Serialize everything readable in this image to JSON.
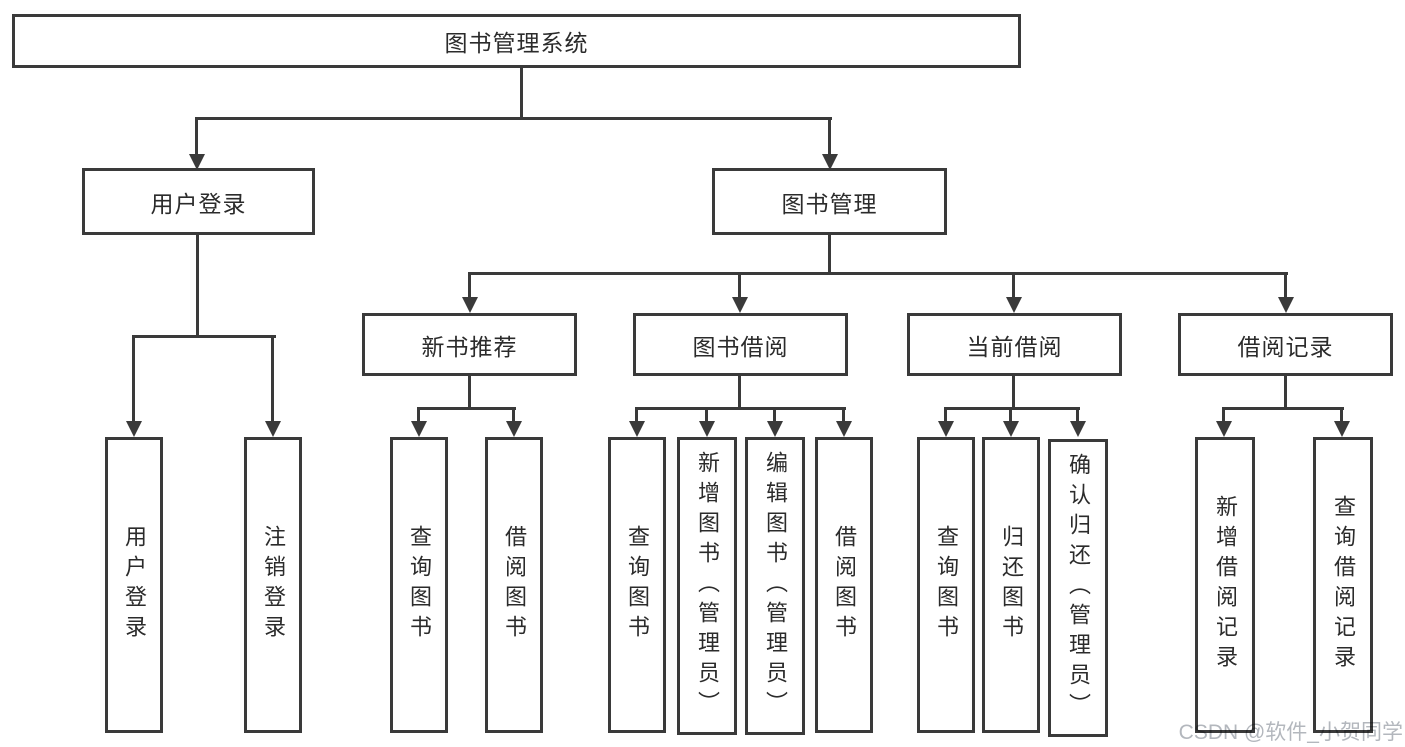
{
  "diagram": {
    "title": "图书管理系统",
    "watermark": "CSDN @软件_小贺同学",
    "colors": {
      "line": "#3a3a3a",
      "text": "#2b2b2b",
      "box_background": "#ffffff",
      "watermark": "#b3b7bd"
    },
    "nodes": {
      "root": {
        "label": "图书管理系统"
      },
      "user_login_branch": {
        "label": "用户登录"
      },
      "book_mgmt_branch": {
        "label": "图书管理"
      },
      "login": {
        "label": "用户登录"
      },
      "logout": {
        "label": "注销登录"
      },
      "new_book_rec": {
        "label": "新书推荐"
      },
      "book_borrow": {
        "label": "图书借阅"
      },
      "current_borrow": {
        "label": "当前借阅"
      },
      "borrow_records": {
        "label": "借阅记录"
      },
      "nbr_query_books": {
        "label": "查询图书"
      },
      "nbr_borrow_books": {
        "label": "借阅图书"
      },
      "bb_query_books": {
        "label": "查询图书"
      },
      "bb_add_books_admin": {
        "label": "新增图书（管理员）"
      },
      "bb_edit_books_admin": {
        "label": "编辑图书（管理员）"
      },
      "bb_borrow_books": {
        "label": "借阅图书"
      },
      "cb_query_books": {
        "label": "查询图书"
      },
      "cb_return_books": {
        "label": "归还图书"
      },
      "cb_confirm_return_admin": {
        "label": "确认归还（管理员）"
      },
      "br_add_record": {
        "label": "新增借阅记录"
      },
      "br_query_record": {
        "label": "查询借阅记录"
      }
    }
  }
}
